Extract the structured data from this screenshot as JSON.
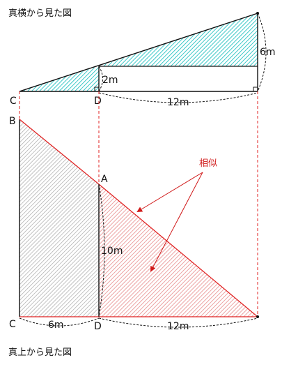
{
  "captions": {
    "side_view": "真横から見た図",
    "top_view": "真上から見た図"
  },
  "side_view": {
    "points": {
      "c": "C",
      "d": "D"
    },
    "measurements": {
      "small_height": "2m",
      "large_height": "6m",
      "right_span": "12m"
    }
  },
  "top_view": {
    "points": {
      "b": "B",
      "a": "A",
      "c": "C",
      "d": "D"
    },
    "measurements": {
      "ad": "10m",
      "cd": "6m",
      "right_span": "12m"
    },
    "annotation": "相似"
  },
  "colors": {
    "cyan_fill": "#5fd3d3",
    "red_fill": "#e06a6a",
    "gray_fill": "#9a9a9a",
    "red_line": "#e02020",
    "annotation_red": "#d01818",
    "line": "#111111"
  }
}
